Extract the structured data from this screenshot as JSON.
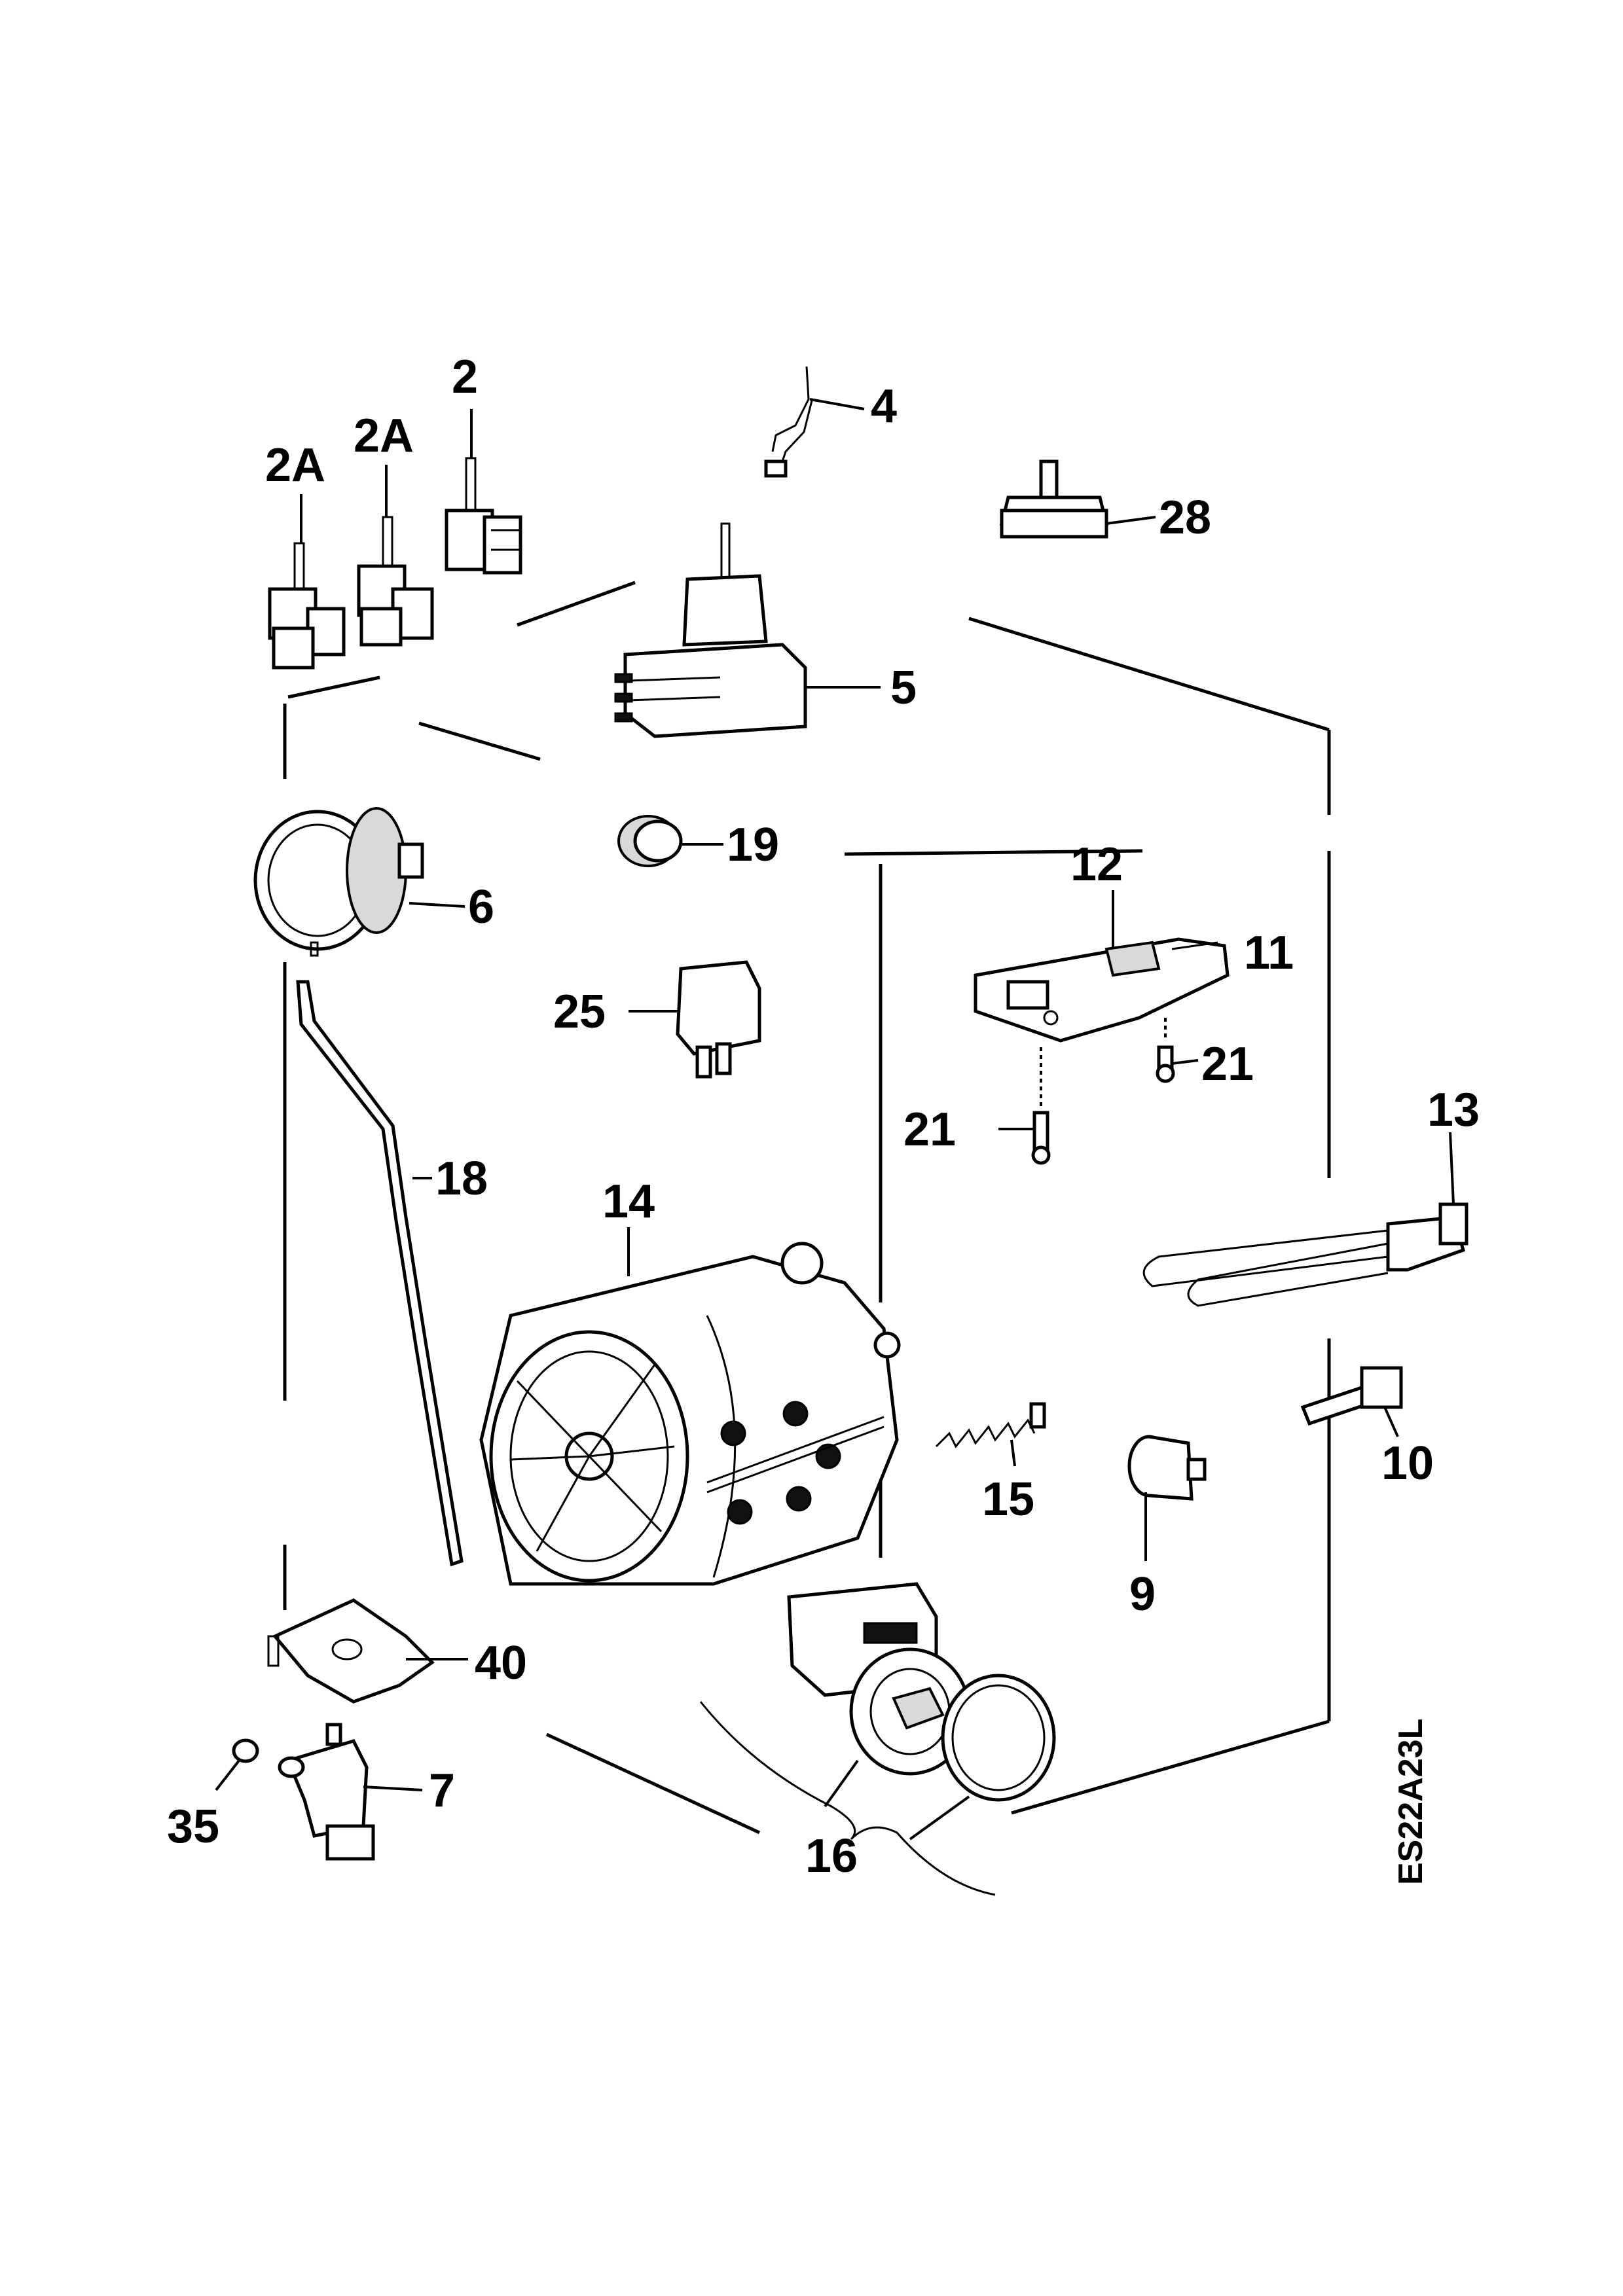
{
  "diagram_code": "ES22A23L",
  "callouts": {
    "c2": "2",
    "c2a_left": "2A",
    "c2a_mid": "2A",
    "c4": "4",
    "c5": "5",
    "c6": "6",
    "c7": "7",
    "c9": "9",
    "c10": "10",
    "c11": "11",
    "c12": "12",
    "c13": "13",
    "c14": "14",
    "c15": "15",
    "c16": "16",
    "c18": "18",
    "c19": "19",
    "c21_right": "21",
    "c21_left": "21",
    "c25": "25",
    "c28": "28",
    "c35": "35",
    "c40": "40"
  }
}
